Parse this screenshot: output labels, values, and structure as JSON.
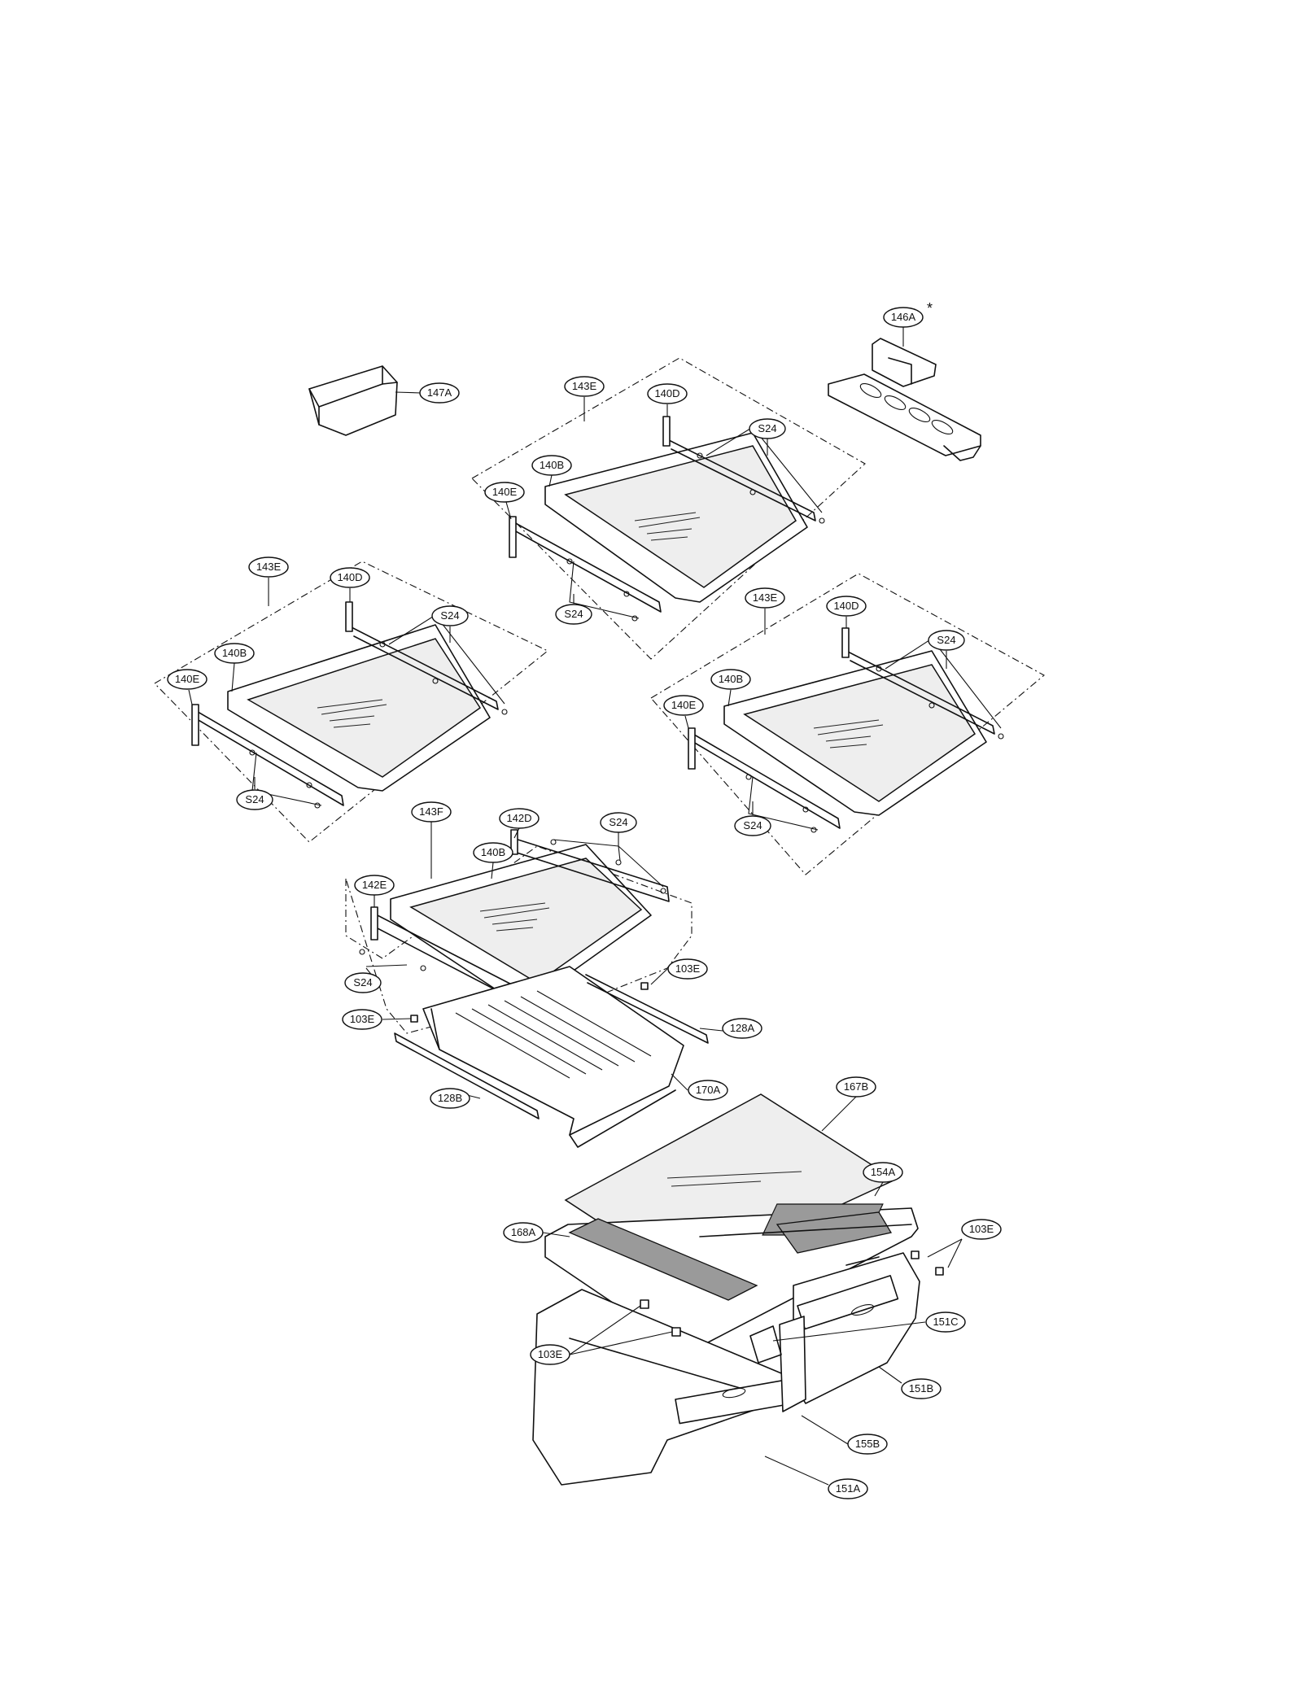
{
  "callouts": {
    "c147A": "147A",
    "c146A": "146A",
    "c146A_mark": "*",
    "g1_143E": "143E",
    "g1_140D": "140D",
    "g1_S24a": "S24",
    "g1_140B": "140B",
    "g1_140E": "140E",
    "g1_S24b": "S24",
    "g2_143E": "143E",
    "g2_140D": "140D",
    "g2_S24a": "S24",
    "g2_140B": "140B",
    "g2_140E": "140E",
    "g2_S24b": "S24",
    "g3_143E": "143E",
    "g3_140D": "140D",
    "g3_S24a": "S24",
    "g3_140B": "140B",
    "g3_140E": "140E",
    "g3_S24b": "S24",
    "g4_143F": "143F",
    "g4_142D": "142D",
    "g4_S24a": "S24",
    "g4_140B": "140B",
    "g4_142E": "142E",
    "g4_S24b": "S24",
    "c103E_1": "103E",
    "c103E_2": "103E",
    "c128A": "128A",
    "c128B": "128B",
    "c170A": "170A",
    "c167B": "167B",
    "c154A": "154A",
    "c168A": "168A",
    "c103E_3": "103E",
    "c103E_4": "103E",
    "c151C": "151C",
    "c151B": "151B",
    "c155B": "155B",
    "c151A": "151A"
  }
}
